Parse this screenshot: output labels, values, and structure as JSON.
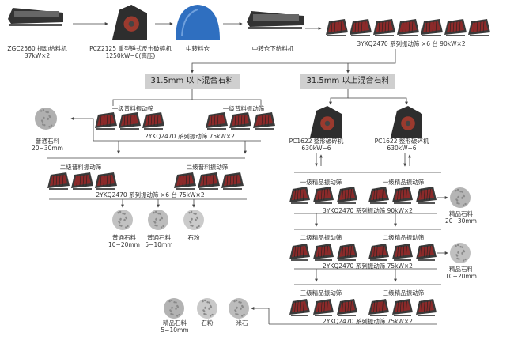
{
  "equipment": {
    "feeder_top": "ZGC2560 振动给料机",
    "feeder_top_power": "37kW×2",
    "impact_crusher": "PCZ2125 重型锤式反击破碎机",
    "impact_crusher_power": "1250kW−6(高压)",
    "silo": "中转料仓",
    "silo_feeder": "中转仓下给料机",
    "screens_top": "3YKQ2470 系列振动筛 ×6 台  90kW×2",
    "shaping_left": "PC1622 整形破碎机",
    "shaping_left_power": "630kW−6",
    "shaping_right": "PC1622 整形破碎机",
    "shaping_right_power": "630kW−6"
  },
  "branches": {
    "left": "31.5mm 以下混合石料",
    "right": "31.5mm 以上混合石料"
  },
  "left_flow": {
    "grade1_a": "一级普料振动筛",
    "grade1_b": "一级普料振动筛",
    "grade1_spec": "2YKQ2470 系列振动筛  75kW×2",
    "grade2_a": "二级普料振动筛",
    "grade2_b": "二级普料振动筛",
    "grade2_spec": "2YKQ2470 系列振动筛 ×6 台  75kW×2",
    "out_common_a": "普通石料",
    "out_common_a_size": "20−30mm",
    "out_common_b": "普通石料",
    "out_common_b_size": "10−20mm",
    "out_common_c": "普通石料",
    "out_common_c_size": "5−10mm",
    "out_powder": "石粉"
  },
  "right_flow": {
    "fine1_a": "一级精品振动筛",
    "fine1_b": "一级精品振动筛",
    "fine1_spec": "3YKQ2470 系列振动筛  90kW×2",
    "fine2_a": "二级精品振动筛",
    "fine2_b": "二级精品振动筛",
    "fine2_spec": "2YKQ2470 系列振动筛  75kW×2",
    "fine3_a": "三级精品振动筛",
    "fine3_b": "三级精品振动筛",
    "fine3_spec": "2YKQ2470 系列振动筛  75kW×2",
    "out_fine_a": "精品石料",
    "out_fine_a_size": "20−30mm",
    "out_fine_b": "精品石料",
    "out_fine_b_size": "10−20mm",
    "out_fine_c": "精品石料",
    "out_fine_c_size": "5−10mm",
    "out_powder": "石粉",
    "out_rice": "米石"
  },
  "colors": {
    "screen_frame": "#3a3a3a",
    "screen_deck": "#8b2a2a",
    "line": "#444444",
    "silo": "#2f6fc0",
    "banner": "#cfcfcf",
    "stone": "#b8b8b8"
  },
  "icons": {
    "screen": "vibrating-screen-icon",
    "crusher": "crusher-icon",
    "feeder": "feeder-icon",
    "silo": "silo-icon",
    "stone": "stone-pile-icon"
  }
}
